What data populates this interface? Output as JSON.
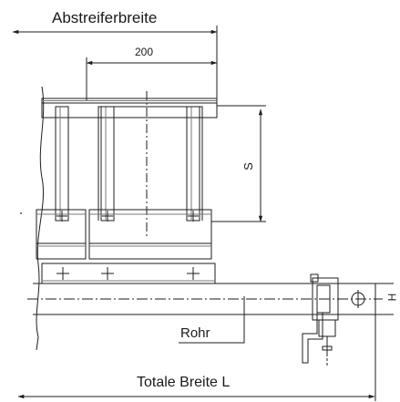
{
  "labels": {
    "scraper_width": "Abstreiferbreite",
    "dim_200": "200",
    "dim_s": "S",
    "pipe": "Rohr",
    "total_width": "Totale Breite L",
    "dim_h": "H"
  },
  "colors": {
    "line": "#1e1e1e",
    "hatch": "#7a7a7a",
    "background": "#ffffff"
  }
}
